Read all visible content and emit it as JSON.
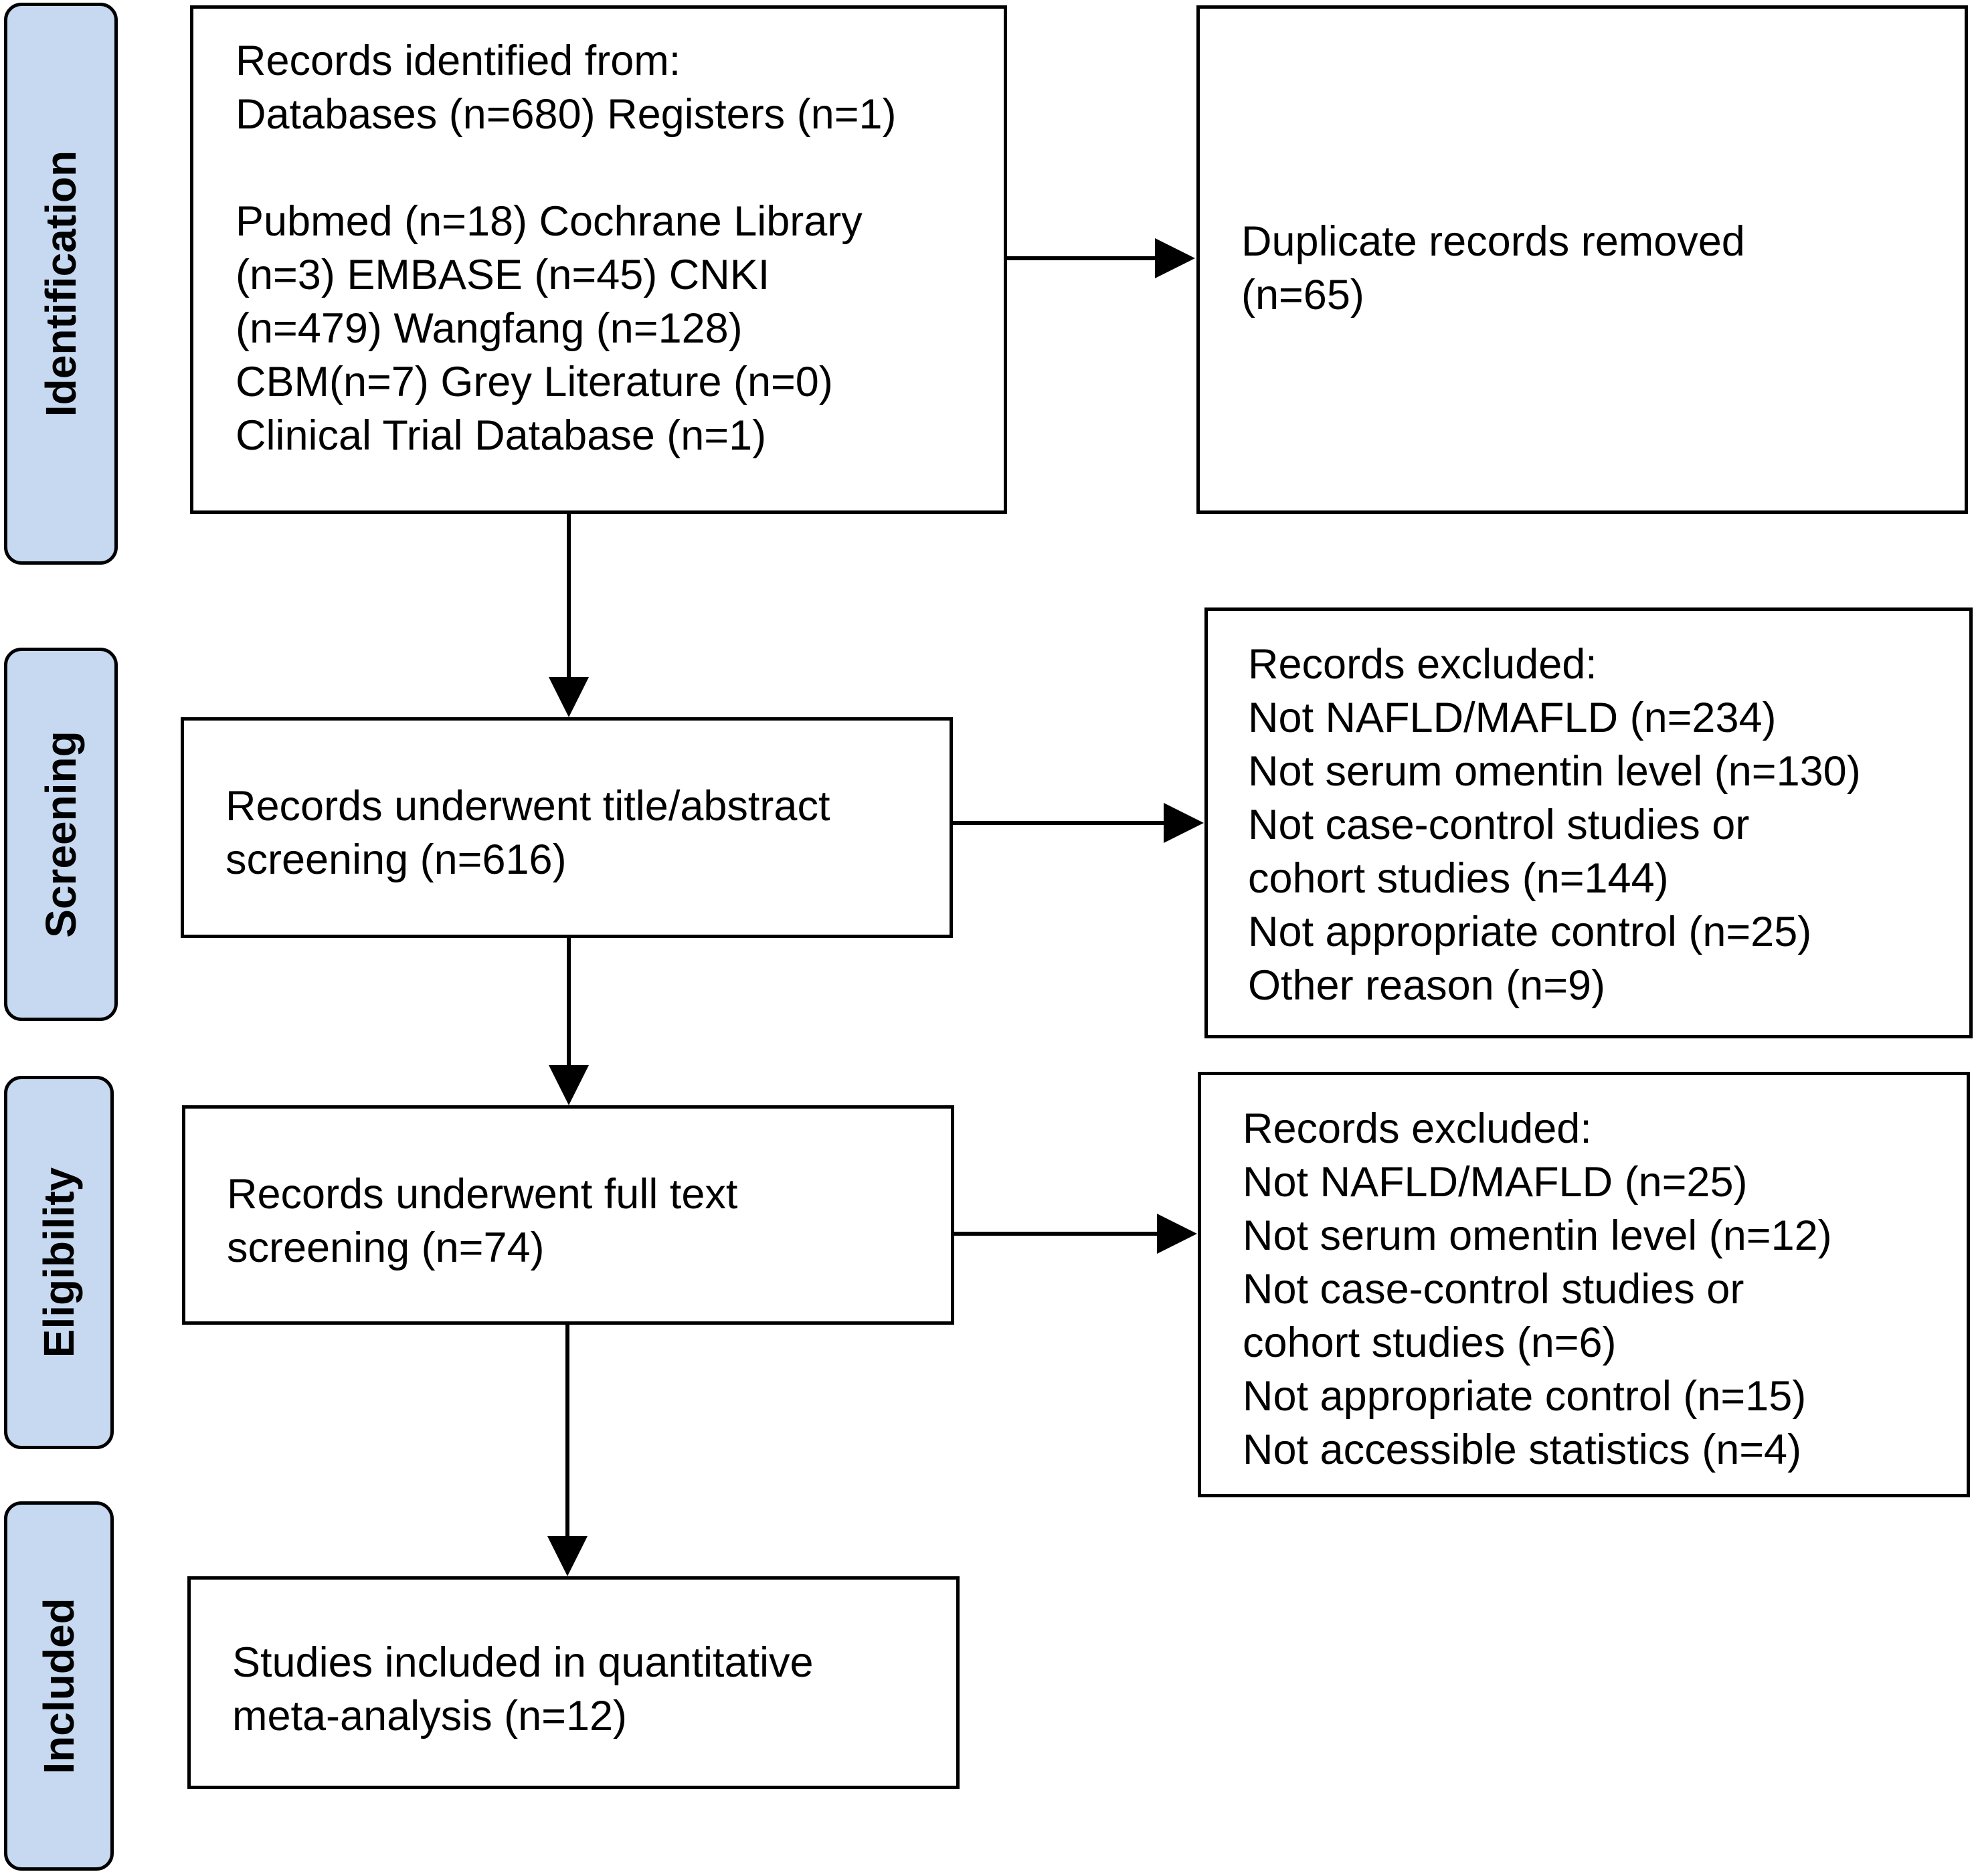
{
  "phases": {
    "identification": "Identification",
    "screening": "Screening",
    "eligibility": "Eligibility",
    "included": "Included"
  },
  "boxes": {
    "records_identified": {
      "lines_a": [
        "Records identified from:",
        "Databases (n=680) Registers (n=1)"
      ],
      "lines_b": [
        "Pubmed (n=18) Cochrane Library",
        "(n=3) EMBASE (n=45) CNKI",
        "(n=479) Wangfang (n=128)",
        "CBM(n=7) Grey Literature (n=0)",
        "Clinical Trial Database (n=1)"
      ]
    },
    "duplicates_removed": {
      "lines": [
        "Duplicate records removed",
        "(n=65)"
      ]
    },
    "title_abstract": {
      "lines": [
        "Records underwent title/abstract",
        "screening (n=616)"
      ]
    },
    "excluded_screening": {
      "lines": [
        "Records excluded:",
        "Not NAFLD/MAFLD (n=234)",
        "Not serum omentin level (n=130)",
        "Not case-control studies or",
        "cohort studies (n=144)",
        "Not appropriate control (n=25)",
        "Other reason (n=9)"
      ]
    },
    "full_text": {
      "lines": [
        "Records underwent full text",
        "screening (n=74)"
      ]
    },
    "excluded_eligibility": {
      "lines": [
        "Records excluded:",
        "Not NAFLD/MAFLD (n=25)",
        "Not serum omentin level (n=12)",
        "Not case-control studies or",
        "cohort studies (n=6)",
        "Not appropriate control (n=15)",
        "Not accessible statistics (n=4)"
      ]
    },
    "included": {
      "lines": [
        "Studies included in quantitative",
        "meta-analysis (n=12)"
      ]
    }
  }
}
